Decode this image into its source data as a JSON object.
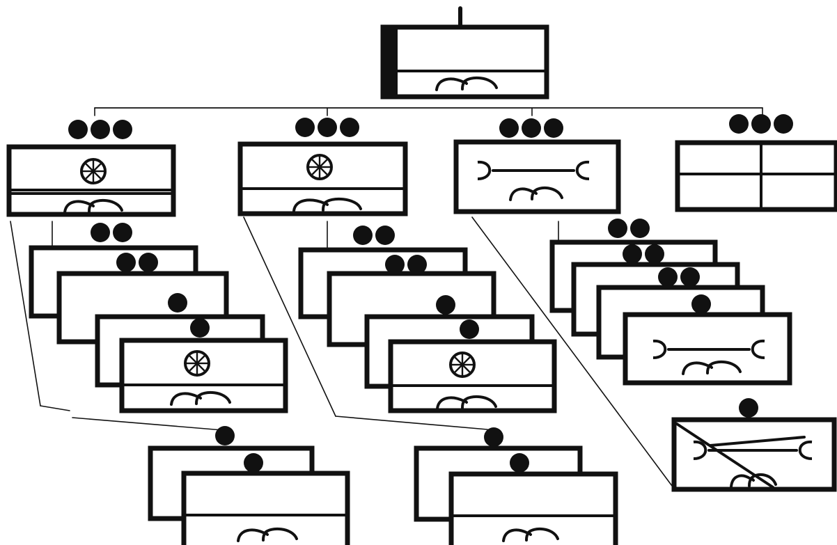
{
  "diagram": {
    "kind": "hierarchical block diagram (hand-drawn style)",
    "ink_color": "#111111",
    "paper_color": "#ffffff",
    "root": {
      "frame_count": 1,
      "symbols": [
        "signature-squiggle"
      ]
    },
    "level_one": [
      {
        "id": "wheel-group",
        "dot_count": 3,
        "symbols": [
          "wheel",
          "signature-squiggle"
        ]
      },
      {
        "id": "wheel-group-2",
        "dot_count": 3,
        "symbols": [
          "wheel",
          "signature-squiggle"
        ]
      },
      {
        "id": "wrench-group",
        "dot_count": 3,
        "symbols": [
          "wrench",
          "signature-squiggle"
        ]
      },
      {
        "id": "grid-group",
        "dot_count": 3,
        "symbols": [
          "four-cell-grid"
        ]
      }
    ],
    "stacks": [
      {
        "parent": "wheel-group",
        "frame_count": 4,
        "dot_counts": [
          2,
          2,
          1,
          1
        ],
        "front_symbols": [
          "wheel",
          "signature-squiggle"
        ]
      },
      {
        "parent": "wheel-group-2",
        "frame_count": 4,
        "dot_counts": [
          2,
          2,
          1,
          1
        ],
        "front_symbols": [
          "wheel",
          "signature-squiggle"
        ]
      },
      {
        "parent": "wrench-group",
        "frame_count": 4,
        "dot_counts": [
          2,
          2,
          2,
          1
        ],
        "front_symbols": [
          "wrench",
          "signature-squiggle"
        ]
      }
    ],
    "bottom_pairs": [
      {
        "parent": "wheel-group",
        "frame_count": 2,
        "dot_counts": [
          1,
          1
        ],
        "front_symbols": [
          "signature-squiggle"
        ]
      },
      {
        "parent": "wheel-group-2",
        "frame_count": 2,
        "dot_counts": [
          1,
          1
        ],
        "front_symbols": [
          "signature-squiggle"
        ]
      }
    ],
    "crossed_out_frame": {
      "parent": "wrench-group",
      "dot_count": 1,
      "symbols": [
        "wrench",
        "signature-squiggle"
      ],
      "struck_through": true
    }
  }
}
